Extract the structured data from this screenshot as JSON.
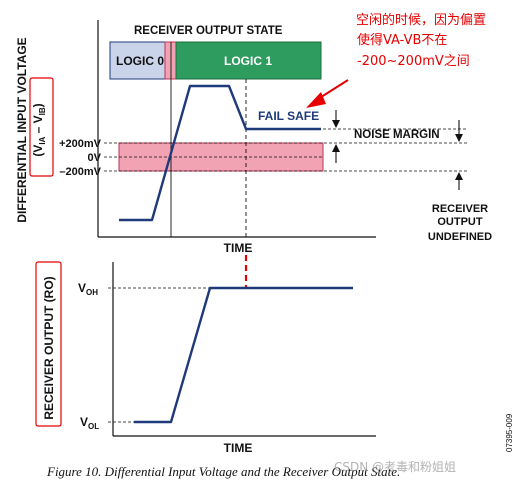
{
  "top_chart": {
    "ylabel_line1": "DIFFERENTIAL INPUT VOLTAGE",
    "ylabel_line2_main": "(V",
    "ylabel_sub_a": "IA",
    "ylabel_mid": " – V",
    "ylabel_sub_b": "IB",
    "ylabel_close": ")",
    "xlabel": "TIME",
    "receiver_state_title": "RECEIVER OUTPUT STATE",
    "logic0_label": "LOGIC 0",
    "logic1_label": "LOGIC 1",
    "fail_safe_label": "FAIL SAFE",
    "noise_margin_label": "NOISE MARGIN",
    "undefined_line1": "RECEIVER",
    "undefined_line2": "OUTPUT",
    "undefined_line3": "UNDEFINED",
    "tick_pos": "+200mV",
    "tick_zero": "0V",
    "tick_neg": "–200mV"
  },
  "bottom_chart": {
    "ylabel": "RECEIVER OUTPUT (RO)",
    "xlabel": "TIME",
    "voh_main": "V",
    "voh_sub": "OH",
    "vol_main": "V",
    "vol_sub": "OL"
  },
  "annotation": {
    "line1": "空闲的时候，因为偏置",
    "line2": "使得VA-VB不在",
    "line3": "-200~200mV之间"
  },
  "figure_id": "07395-009",
  "caption": "Figure 10. Differential Input Voltage and the Receiver Output State.",
  "watermark": "CSDN @考毒和粉姐姐",
  "colors": {
    "signal": "#1f3a7a",
    "logic0_fill": "#c9d3ea",
    "logic1_fill": "#2e9c5e",
    "undefined_fill": "#f2a3b3",
    "annotation_red": "#e60000"
  }
}
